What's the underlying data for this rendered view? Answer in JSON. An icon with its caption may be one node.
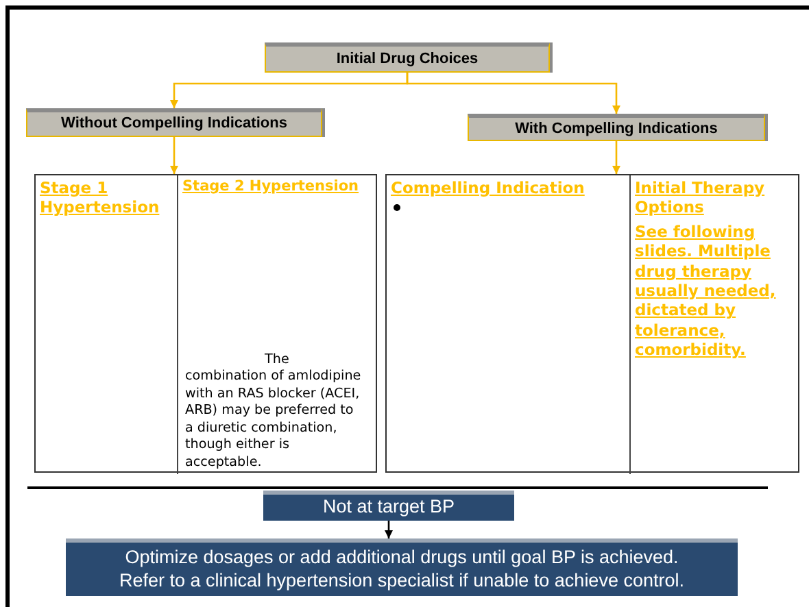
{
  "diagram": {
    "nodes": [
      {
        "text": [
          "Initial Drug Choices"
        ]
      },
      {
        "text": [
          "Without Compelling Indications"
        ]
      },
      {
        "text": [
          "With Compelling Indications"
        ]
      },
      {
        "text": [],
        "shape": "box"
      },
      {
        "text": [
          "Stage 1 Hypertension"
        ],
        "in": 3
      },
      {
        "text": [
          "Stage 2 Hypertension",
          "The combination of amlodipine with an RAS blocker (ACEI, ARB) may be preferred to a diuretic combination, though either is acceptable."
        ],
        "in": 3
      },
      {
        "text": [],
        "shape": "box"
      },
      {
        "text": [
          "Compelling Indication"
        ],
        "in": 6
      },
      {
        "text": [
          "Initial Therapy Options",
          "See following slides. Multiple drug therapy usually needed, dictated by tolerance, comorbidity."
        ],
        "in": 6
      },
      {
        "text": [
          "Not at target BP"
        ]
      },
      {
        "text": [
          "Optimize dosages or add additional drugs until goal BP is achieved. Refer to a clinical hypertension specialist if unable to achieve control."
        ]
      }
    ],
    "edges": [
      {
        "from": 0,
        "to": 1,
        "arrow": "to"
      },
      {
        "from": 0,
        "to": 2,
        "arrow": "to"
      },
      {
        "from": 1,
        "to": 3,
        "arrow": "to"
      },
      {
        "from": 2,
        "to": 6,
        "arrow": "to"
      },
      {
        "from": 9,
        "to": 10,
        "arrow": "to",
        "color": "#000000"
      }
    ]
  }
}
